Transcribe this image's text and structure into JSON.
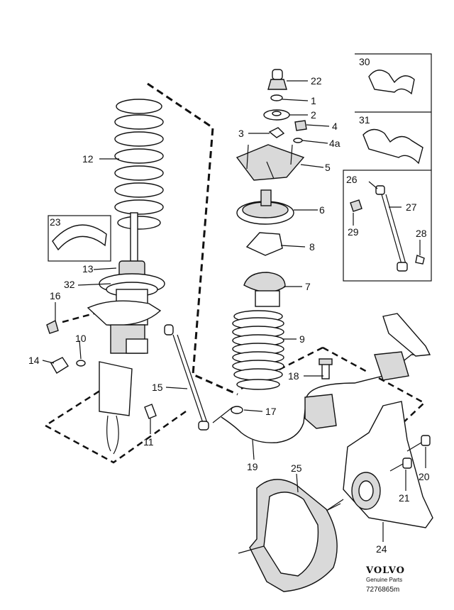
{
  "callouts": [
    {
      "id": "c22",
      "text": "22"
    },
    {
      "id": "c1",
      "text": "1"
    },
    {
      "id": "c2",
      "text": "2"
    },
    {
      "id": "c3",
      "text": "3"
    },
    {
      "id": "c4",
      "text": "4"
    },
    {
      "id": "c4a",
      "text": "4a"
    },
    {
      "id": "c5",
      "text": "5"
    },
    {
      "id": "c6",
      "text": "6"
    },
    {
      "id": "c8",
      "text": "8"
    },
    {
      "id": "c7",
      "text": "7"
    },
    {
      "id": "c9",
      "text": "9"
    },
    {
      "id": "c12",
      "text": "12"
    },
    {
      "id": "c23",
      "text": "23"
    },
    {
      "id": "c13",
      "text": "13"
    },
    {
      "id": "c32",
      "text": "32"
    },
    {
      "id": "c16",
      "text": "16"
    },
    {
      "id": "c10",
      "text": "10"
    },
    {
      "id": "c14",
      "text": "14"
    },
    {
      "id": "c15",
      "text": "15"
    },
    {
      "id": "c11",
      "text": "11"
    },
    {
      "id": "c30",
      "text": "30"
    },
    {
      "id": "c31",
      "text": "31"
    },
    {
      "id": "c26",
      "text": "26"
    },
    {
      "id": "c27",
      "text": "27"
    },
    {
      "id": "c29",
      "text": "29"
    },
    {
      "id": "c28",
      "text": "28"
    },
    {
      "id": "c18",
      "text": "18"
    },
    {
      "id": "c17",
      "text": "17"
    },
    {
      "id": "c19",
      "text": "19"
    },
    {
      "id": "c25",
      "text": "25"
    },
    {
      "id": "c20",
      "text": "20"
    },
    {
      "id": "c21",
      "text": "21"
    },
    {
      "id": "c24",
      "text": "24"
    }
  ],
  "brand": {
    "name": "VOLVO",
    "tagline": "Genuine Parts",
    "diagram_code": "7276865m"
  }
}
